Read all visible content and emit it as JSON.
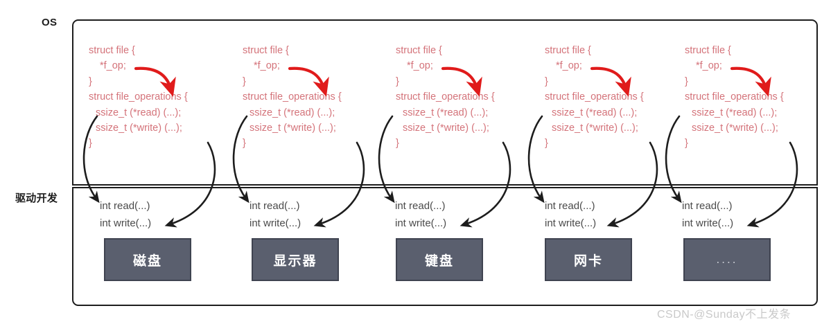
{
  "labels": {
    "os": "OS",
    "driver": "驱动开发"
  },
  "code_block": {
    "line1": "struct file {",
    "line2": "*f_op;",
    "line3": "}",
    "line4": "struct file_operations {",
    "line5": "ssize_t (*read) (...);",
    "line6": "ssize_t (*write) (...);",
    "line7": "}"
  },
  "driver_fns": {
    "read": "int  read(...)",
    "write": "int  write(...)"
  },
  "columns": [
    {
      "device": "磁盘"
    },
    {
      "device": "显示器"
    },
    {
      "device": "键盘"
    },
    {
      "device": "网卡"
    },
    {
      "device": "...."
    }
  ],
  "colors": {
    "code_text": "#d4737a",
    "red_arrow": "#e01b1b",
    "black_arrow": "#1d1d1d",
    "device_fill": "#5a5f6e",
    "device_text": "#ffffff",
    "frame": "#1d1d1d",
    "fn_text": "#4a4a4a",
    "watermark": "#c9c9c9"
  },
  "watermark": "CSDN-@Sunday不上发条"
}
